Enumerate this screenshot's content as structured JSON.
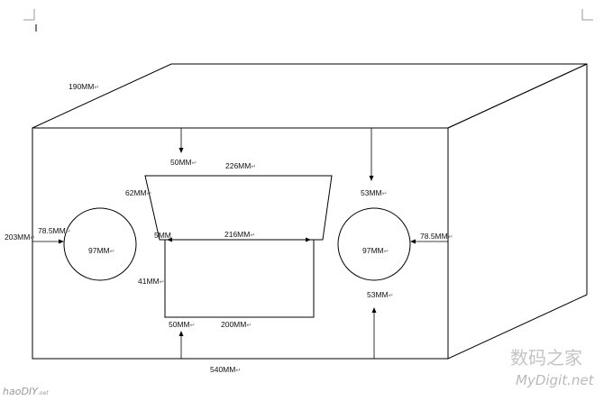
{
  "labels": {
    "depth": "190MM",
    "top_gap_left": "50MM",
    "top_width": "226MM",
    "trap_height": "62MM",
    "top_gap_right": "53MM",
    "height": "203MM",
    "circle_left_margin": "78.5MM",
    "circle_right_margin": "78.5MM",
    "circle_left_diameter": "97MM",
    "circle_right_diameter": "97MM",
    "step": "5MM",
    "inner_width": "216MM",
    "rect_height": "41MM",
    "bottom_gap_right": "53MM",
    "bottom_gap_left": "50MM",
    "bottom_width": "200MM",
    "total_width": "540MM"
  },
  "paragraph_mark": "↵",
  "watermark": {
    "chinese": "数码之家",
    "english": "MyDigit.net",
    "left_main": "haoDIY",
    "left_suffix": ".net"
  }
}
